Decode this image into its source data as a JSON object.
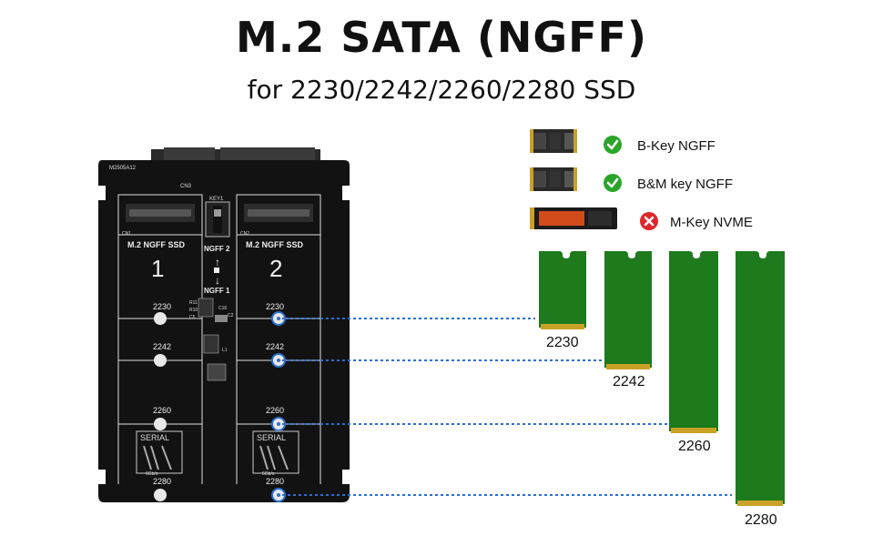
{
  "header": {
    "title": "M.2 SATA (NGFF)",
    "subtitle": "for 2230/2242/2260/2280 SSD"
  },
  "compatibility": [
    {
      "label": "B-Key NGFF",
      "supported": true,
      "icon": "green-check-icon"
    },
    {
      "label": "B&M key NGFF",
      "supported": true,
      "icon": "green-check-icon"
    },
    {
      "label": "M-Key NVME",
      "supported": false,
      "icon": "red-x-icon"
    }
  ],
  "board": {
    "model": "M2505A12",
    "cn3": "CN3",
    "key1": "KEY1",
    "slot1": {
      "connector": "CN1",
      "label": "M.2   NGFF SSD",
      "number": "1"
    },
    "slot2": {
      "connector": "CN2",
      "label": "M.2   NGFF SSD",
      "number": "2"
    },
    "switch_top": "NGFF 2",
    "switch_bottom": "NGFF 1",
    "components": {
      "r11": "R11",
      "r10": "R10",
      "c5": "C5",
      "c16": "C16",
      "c2": "C2",
      "l1": "L1"
    },
    "serial_logo": "SERIAL",
    "serial_speed": "6Gb/s",
    "mount_positions": [
      "2230",
      "2242",
      "2260",
      "2280"
    ]
  },
  "ssd_sizes": [
    "2230",
    "2242",
    "2260",
    "2280"
  ],
  "colors": {
    "board": "#111111",
    "ssd_green": "#1d7a1d",
    "gold_contacts": "#c9a227",
    "dotted_line": "#2b6fd1",
    "check_green": "#2aa52a",
    "cross_red": "#e0262b"
  }
}
